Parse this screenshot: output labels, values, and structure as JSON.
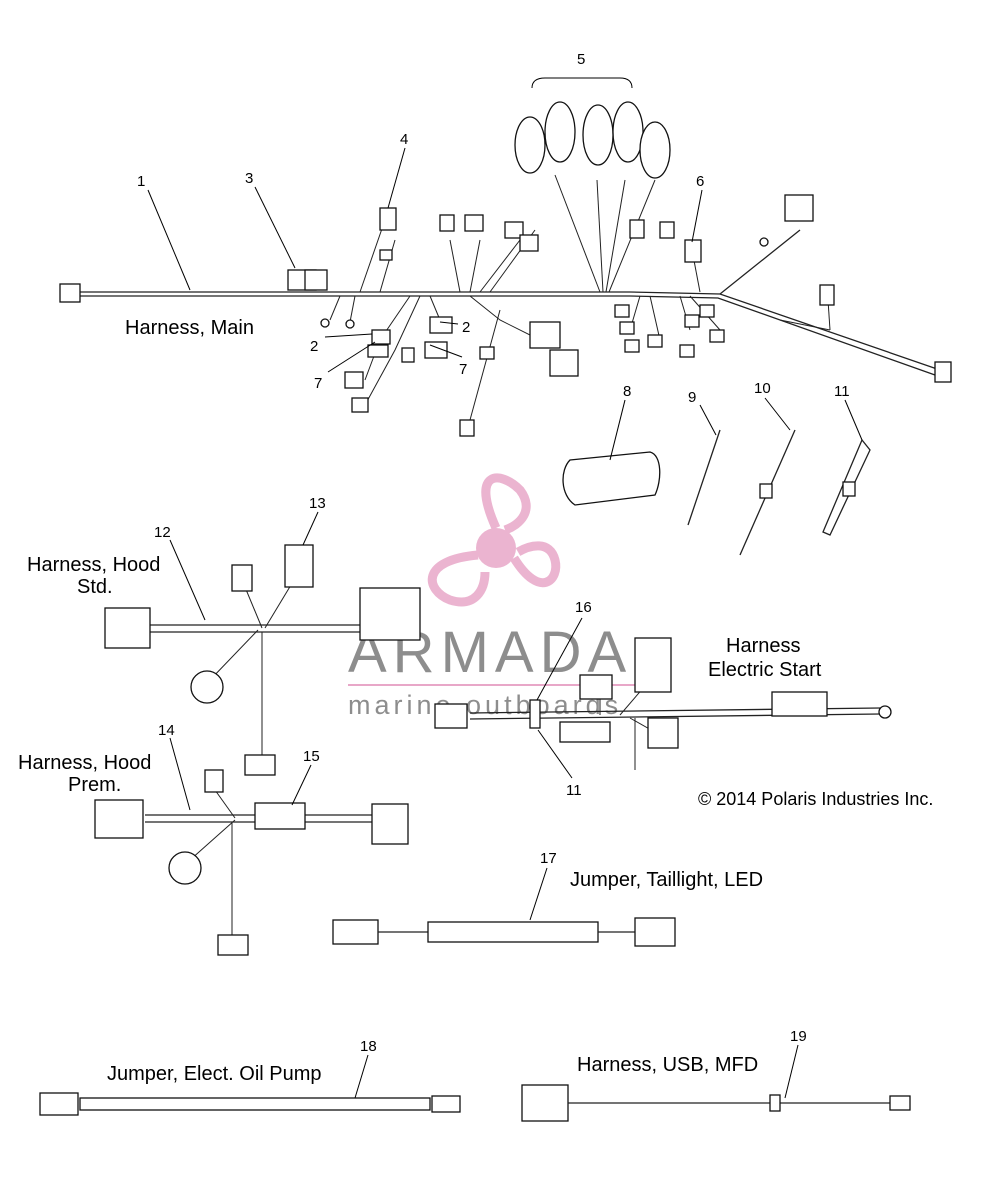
{
  "callouts": {
    "c1": "1",
    "c2a": "2",
    "c2b": "2",
    "c3": "3",
    "c4": "4",
    "c5": "5",
    "c6": "6",
    "c7a": "7",
    "c7b": "7",
    "c8": "8",
    "c9": "9",
    "c10": "10",
    "c11a": "11",
    "c11b": "11",
    "c12": "12",
    "c13": "13",
    "c14": "14",
    "c15": "15",
    "c16": "16",
    "c17": "17",
    "c18": "18",
    "c19": "19"
  },
  "labels": {
    "harness_main": "Harness, Main",
    "hood_std_1": "Harness, Hood",
    "hood_std_2": "Std.",
    "hood_prem_1": "Harness, Hood",
    "hood_prem_2": "Prem.",
    "electric_start_1": "Harness",
    "electric_start_2": "Electric Start",
    "taillight": "Jumper, Taillight, LED",
    "oil_pump": "Jumper, Elect. Oil Pump",
    "usb_mfd": "Harness, USB, MFD"
  },
  "copyright": "© 2014 Polaris Industries Inc.",
  "watermark": {
    "title": "ARMADA",
    "subtitle": "marine outboards",
    "logo_color": "#e8a7c8"
  }
}
